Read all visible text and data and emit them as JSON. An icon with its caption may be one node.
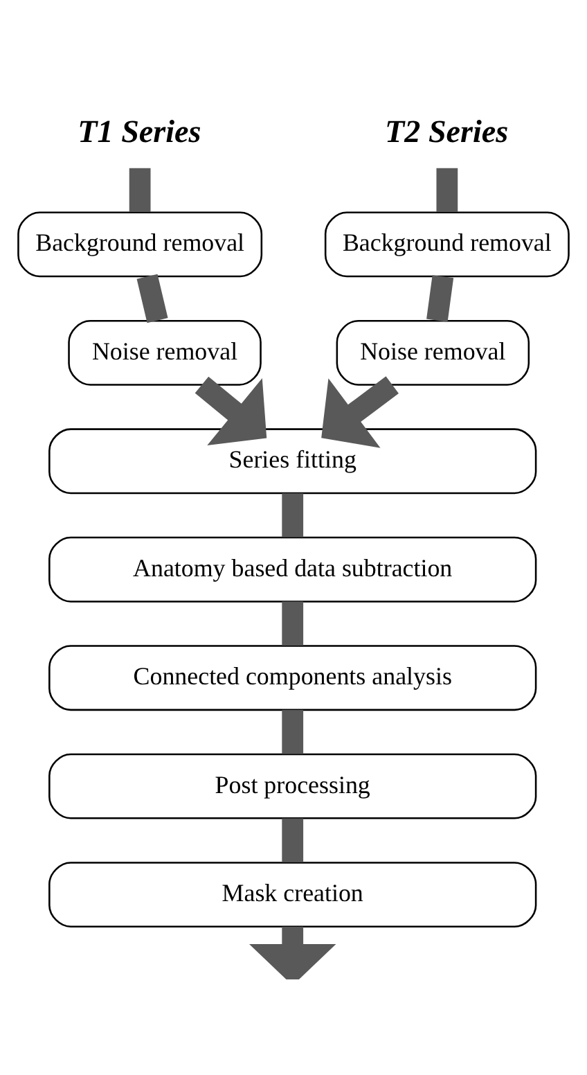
{
  "diagram": {
    "nodes": [
      {
        "text": [
          "T1 Series"
        ]
      },
      {
        "text": [
          "T2 Series"
        ]
      },
      {
        "text": [
          "Background removal"
        ]
      },
      {
        "text": [
          "Noise removal"
        ]
      },
      {
        "text": [
          "Background removal"
        ]
      },
      {
        "text": [
          "Noise removal"
        ]
      },
      {
        "text": [
          "Series fitting"
        ]
      },
      {
        "text": [
          "Anatomy based data subtraction"
        ]
      },
      {
        "text": [
          "Connected components analysis"
        ]
      },
      {
        "text": [
          "Post processing"
        ]
      },
      {
        "text": [
          "Mask creation"
        ]
      }
    ],
    "edges": [
      {
        "from": 0,
        "to": 2,
        "arrow": "none"
      },
      {
        "from": 2,
        "to": 3,
        "arrow": "none"
      },
      {
        "from": 3,
        "to": 6,
        "arrow": "to"
      },
      {
        "from": 1,
        "to": 4,
        "arrow": "none"
      },
      {
        "from": 4,
        "to": 5,
        "arrow": "none"
      },
      {
        "from": 5,
        "to": 6,
        "arrow": "to"
      },
      {
        "from": 6,
        "to": 7,
        "arrow": "none"
      },
      {
        "from": 7,
        "to": 8,
        "arrow": "none"
      },
      {
        "from": 8,
        "to": 9,
        "arrow": "none"
      },
      {
        "from": 9,
        "to": 10,
        "arrow": "none"
      },
      {
        "from": 10,
        "to": null,
        "arrow": "to"
      }
    ]
  }
}
